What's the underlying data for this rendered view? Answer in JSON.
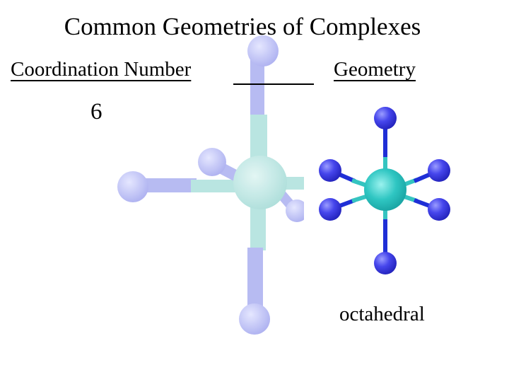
{
  "title": "Common Geometries of Complexes",
  "columns": {
    "left_header": "Coordination Number",
    "right_header": "Geometry"
  },
  "entry": {
    "coordination_number": "6",
    "geometry_name": "octahedral"
  },
  "colors": {
    "ligand_faded": "#b4b8f2",
    "metal_faded": "#b6e4e0",
    "ligand": "#3a3ae0",
    "metal": "#2bbcbc",
    "bond": "#1f2fd6"
  }
}
